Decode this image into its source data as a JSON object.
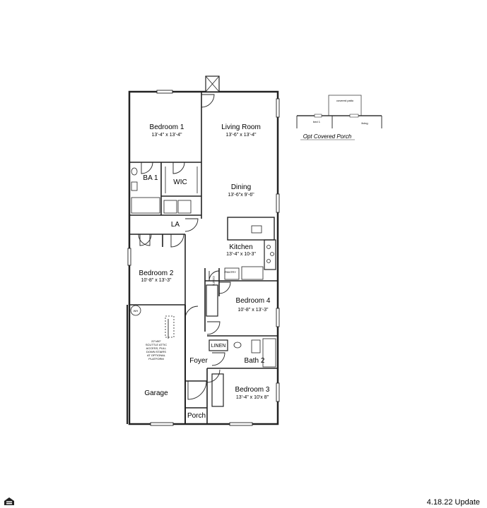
{
  "rooms": {
    "bedroom1": {
      "name": "Bedroom 1",
      "dims": "13'-4\" x 13'-4\""
    },
    "living": {
      "name": "Living Room",
      "dims": "13'-6\" x 13'-4\""
    },
    "ba1": {
      "name": "BA 1"
    },
    "wic": {
      "name": "WIC"
    },
    "dining": {
      "name": "Dining",
      "dims": "13'-6\"x 9'-6\""
    },
    "la": {
      "name": "LA"
    },
    "kitchen": {
      "name": "Kitchen",
      "dims": "13'-4\" x 10-3\""
    },
    "bedroom2": {
      "name": "Bedroom 2",
      "dims": "10'-8\" x 13'-3\""
    },
    "bedroom4": {
      "name": "Bedroom 4",
      "dims": "10'-8\" x 13'-3\""
    },
    "garage": {
      "name": "Garage"
    },
    "foyer": {
      "name": "Foyer"
    },
    "bath2": {
      "name": "Bath 2"
    },
    "bedroom3": {
      "name": "Bedroom 3",
      "dims": "13'-4\" x 10'x 8\""
    },
    "porch": {
      "name": "Porch"
    }
  },
  "small_labels": {
    "pantry": "PANTRY",
    "linen": "LINEN",
    "coats": "COATS",
    "wh": "WH",
    "attic_note": [
      "22\"x50\"",
      "SCUTTLE ATTIC",
      "ACCESS, PULL",
      "DOWN STAIRS",
      "AT OPTIONAL",
      "PLATFORM"
    ]
  },
  "inset": {
    "covered_patio": "covered patio",
    "bed1": "bed 1",
    "living": "living",
    "caption": "Opt Covered Porch"
  },
  "footer": {
    "update": "4.18.22 Update",
    "logo_icon": "equal-housing-opportunity-icon"
  }
}
